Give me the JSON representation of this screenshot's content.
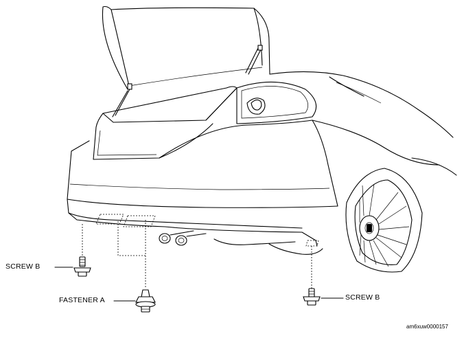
{
  "labels": {
    "screw_left": "SCREW B",
    "fastener": "FASTENER A",
    "screw_right": "SCREW B"
  },
  "figure_code": "am6xuw0000157",
  "colors": {
    "line": "#000000",
    "background": "#ffffff"
  }
}
